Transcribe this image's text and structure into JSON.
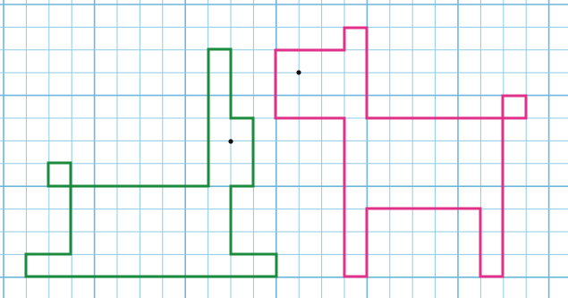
{
  "grid": {
    "line_color": "#8ecae6",
    "major_line_color": "#6fb6dc",
    "background": "#ffffff"
  },
  "figures": [
    {
      "name": "green-dog",
      "stroke": "#1a8a3c"
    },
    {
      "name": "pink-dog",
      "stroke": "#e0308a"
    }
  ],
  "dots": [
    {
      "name": "green-dog-eye"
    },
    {
      "name": "pink-dog-eye"
    }
  ]
}
